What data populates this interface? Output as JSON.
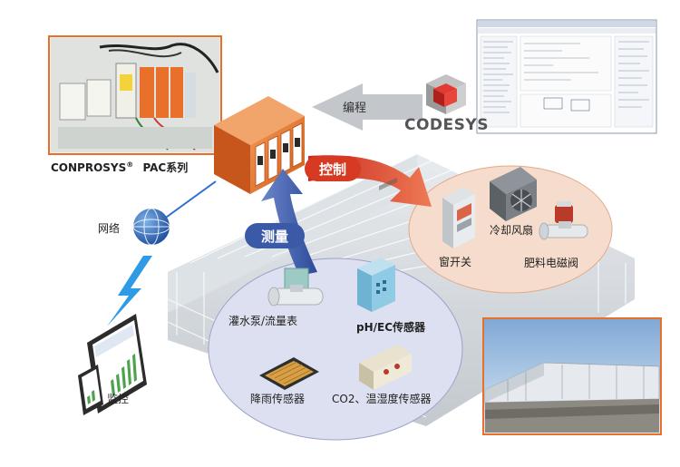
{
  "labels": {
    "controller": "CONPROSYS",
    "controller_reg": "®",
    "controller_suffix": "PAC系列",
    "codesys_logo": "CODESYS",
    "programming": "编程",
    "control": "控制",
    "measurement": "测量",
    "network": "网络",
    "monitoring": "监控",
    "window_opener": "窗开关",
    "cooling_fan": "冷却风扇",
    "fertilizer_valve": "肥料电磁阀",
    "pump_flowmeter": "灌水泵/流量表",
    "ph_ec_sensor": "pH/EC传感器",
    "rain_sensor": "降雨传感器",
    "co2_sensor": "CO2、温湿度传感器"
  },
  "colors": {
    "orange": "#e8702a",
    "red_arrow": "#d63a22",
    "blue_arrow": "#3a5aa8",
    "control_zone": "#f6dccd",
    "sensor_zone": "#dde0f0",
    "greenhouse": "#c9ced3"
  },
  "icons": {
    "controller": "pac-controller-icon",
    "network": "globe-network-icon",
    "wireless": "lightning-bolt-icon",
    "tablet": "tablet-icon",
    "fan": "fan-icon",
    "valve": "solenoid-valve-icon",
    "window": "window-controller-icon",
    "pump": "flow-meter-icon",
    "ph": "ph-sensor-icon",
    "rain": "rain-sensor-icon",
    "co2": "co2-sensor-icon"
  }
}
